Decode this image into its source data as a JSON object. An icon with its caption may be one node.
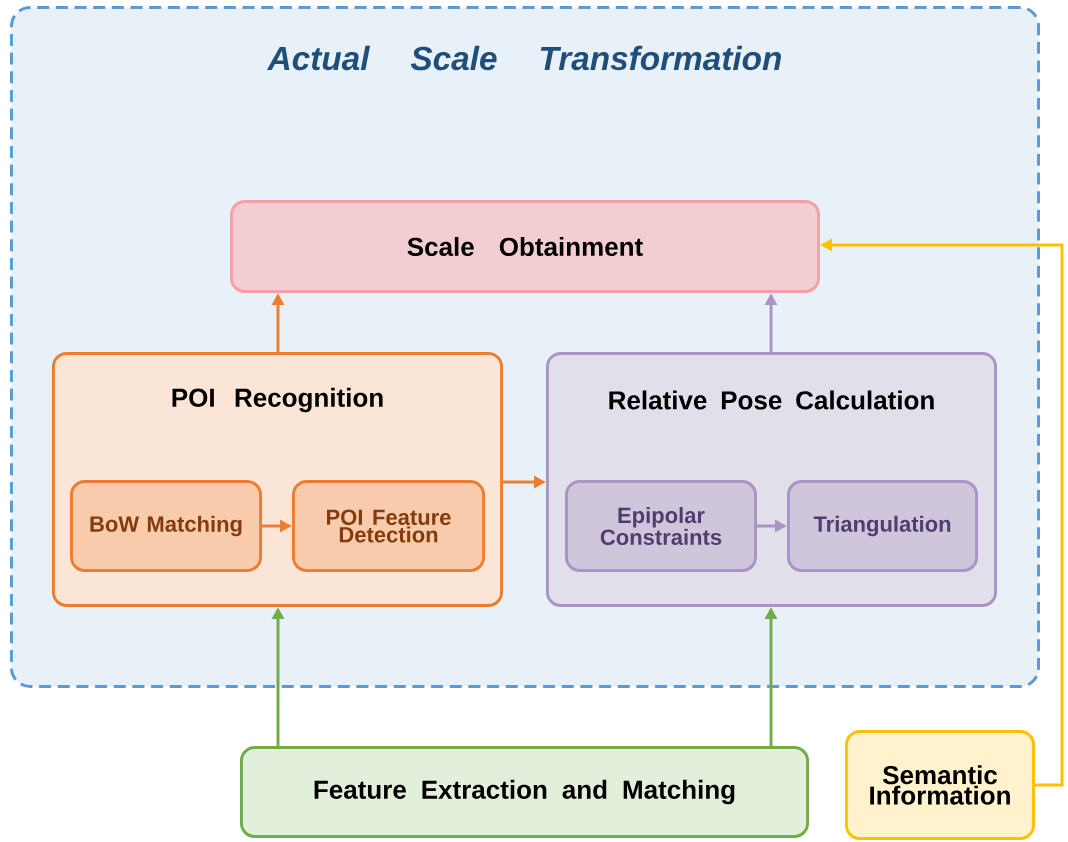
{
  "diagram": {
    "nodes": [
      {
        "text": [
          "Actual Scale Transformation"
        ]
      },
      {
        "text": [
          "Scale Obtainment"
        ],
        "in": 0
      },
      {
        "text": [
          "POI Recognition"
        ],
        "in": 0
      },
      {
        "text": [
          "BoW Matching"
        ],
        "in": 2
      },
      {
        "text": [
          "POI Feature Detection"
        ],
        "in": 2
      },
      {
        "text": [
          "Relative Pose Calculation"
        ],
        "in": 0
      },
      {
        "text": [
          "Epipolar Constraints"
        ],
        "in": 5
      },
      {
        "text": [
          "Triangulation"
        ],
        "in": 5
      },
      {
        "text": [
          "Feature Extraction and Matching"
        ]
      },
      {
        "text": [
          "Semantic Information"
        ]
      }
    ],
    "edges": [
      {
        "from": 2,
        "to": 1,
        "arrow": "to",
        "color": "#ed7d31"
      },
      {
        "from": 5,
        "to": 1,
        "arrow": "to",
        "color": "#a994c5"
      },
      {
        "from": 3,
        "to": 4,
        "arrow": "to",
        "color": "#ed7d31"
      },
      {
        "from": 2,
        "to": 5,
        "arrow": "to",
        "color": "#ed7d31"
      },
      {
        "from": 6,
        "to": 7,
        "arrow": "to",
        "color": "#a994c5"
      },
      {
        "from": 8,
        "to": 2,
        "arrow": "to",
        "color": "#70ad47"
      },
      {
        "from": 8,
        "to": 5,
        "arrow": "to",
        "color": "#70ad47"
      },
      {
        "from": 9,
        "to": 1,
        "arrow": "to",
        "color": "#ffc000"
      }
    ]
  }
}
